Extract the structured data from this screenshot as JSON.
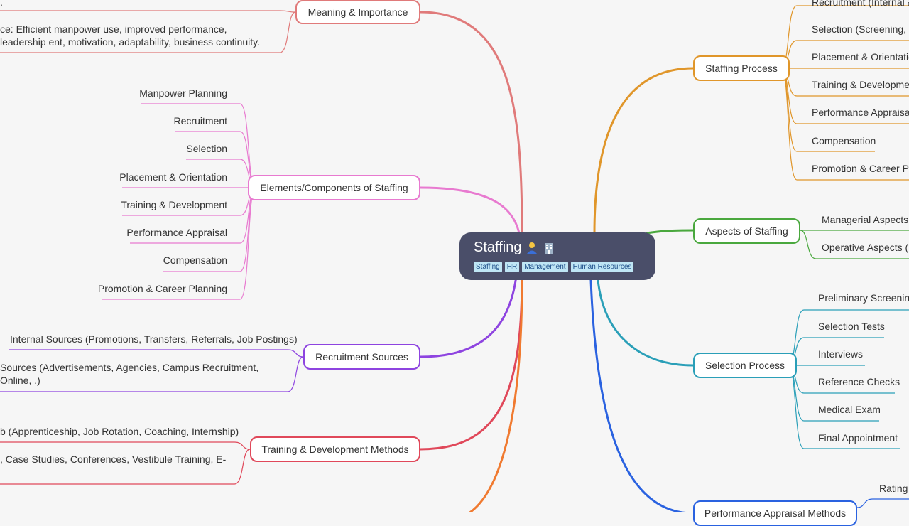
{
  "root": {
    "title": "Staffing",
    "tags": [
      "Staffing",
      "HR",
      "Management",
      "Human Resources"
    ],
    "icons": [
      "person-icon",
      "office-building-icon"
    ]
  },
  "branches": {
    "meaning": {
      "label": "Meaning & Importance",
      "color": "#e07a7a",
      "leaves": [
        ".",
        "ce: Efficient manpower use, improved performance, leadership ent, motivation, adaptability, business continuity."
      ]
    },
    "elements": {
      "label": "Elements/Components of Staffing",
      "color": "#e87ad0",
      "leaves": [
        "Manpower Planning",
        "Recruitment",
        "Selection",
        "Placement & Orientation",
        "Training & Development",
        "Performance Appraisal",
        "Compensation",
        "Promotion & Career Planning"
      ]
    },
    "recruitment": {
      "label": "Recruitment Sources",
      "color": "#8e44e0",
      "leaves": [
        "Internal Sources (Promotions, Transfers, Referrals, Job Postings)",
        "Sources (Advertisements, Agencies, Campus Recruitment, Online, .)"
      ]
    },
    "training": {
      "label": "Training & Development Methods",
      "color": "#e0485a",
      "leaves": [
        "b (Apprenticeship, Job Rotation, Coaching, Internship)",
        ", Case Studies, Conferences, Vestibule Training, E-"
      ]
    },
    "process": {
      "label": "Staffing Process",
      "color": "#e0962a",
      "leaves": [
        "Recruitment (Internal &",
        "Selection (Screening, T",
        "Placement & Orientatio",
        "Training & Developmen",
        "Performance Appraisal",
        "Compensation",
        "Promotion & Career Pla"
      ]
    },
    "aspects": {
      "label": "Aspects of Staffing",
      "color": "#4aa83e",
      "leaves": [
        "Managerial Aspects (",
        "Operative Aspects (H"
      ]
    },
    "selection": {
      "label": "Selection Process",
      "color": "#2a9fb8",
      "leaves": [
        "Preliminary Screening",
        "Selection Tests",
        "Interviews",
        "Reference Checks",
        "Medical Exam",
        "Final Appointment"
      ]
    },
    "appraisal": {
      "label": "Performance Appraisal Methods",
      "color": "#2a62e0",
      "leaves": [
        "Rating"
      ]
    }
  }
}
